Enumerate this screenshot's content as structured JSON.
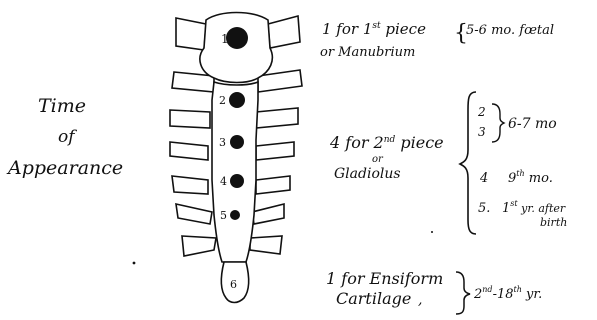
{
  "left_label": {
    "line1": "Time",
    "line2": "of",
    "line3": "Appearance"
  },
  "centres": [
    {
      "number": "1"
    },
    {
      "number": "2"
    },
    {
      "number": "3"
    },
    {
      "number": "4"
    },
    {
      "number": "5"
    },
    {
      "number": "6"
    }
  ],
  "manubrium": {
    "prefix": "1 for 1",
    "ord": "st",
    "word": " piece",
    "brace": "{",
    "time": "5-6 mo. fœtal",
    "line2": "or Manubrium"
  },
  "gladiolus": {
    "prefix": "4 for 2",
    "ord": "nd",
    "word": " piece",
    "or": "or",
    "name": "Gladiolus",
    "items": [
      {
        "num": "2",
        "time": ""
      },
      {
        "num": "3",
        "time": ""
      },
      {
        "num": "4",
        "time": "9",
        "sup": "th",
        "after": " mo."
      },
      {
        "num": "5.",
        "time": "1",
        "sup": "st",
        "after": " yr. after",
        "line2": "birth"
      }
    ],
    "pair_time": "6-7 mo"
  },
  "ensiform": {
    "line1": "1 for Ensiform",
    "line2": "Cartilage",
    "comma": ",",
    "time_a": "2",
    "sup_a": "nd",
    "dash": "-18",
    "sup_b": "th",
    "time_end": " yr."
  }
}
